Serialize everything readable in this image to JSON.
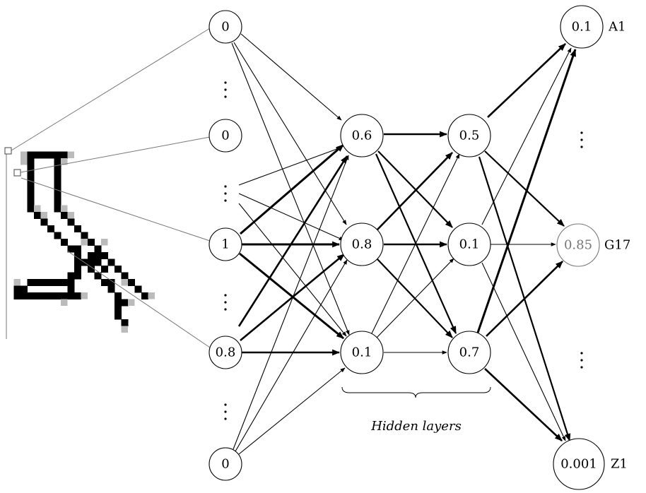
{
  "input_layer": {
    "values": [
      "0",
      "0",
      "1",
      "0.8",
      "0"
    ]
  },
  "hidden_layer_1": {
    "values": [
      "0.6",
      "0.8",
      "0.1"
    ]
  },
  "hidden_layer_2": {
    "values": [
      "0.5",
      "0.1",
      "0.7"
    ]
  },
  "output_layer": {
    "nodes": [
      {
        "value": "0.1",
        "label": "A1"
      },
      {
        "value": "0.85",
        "label": "G17",
        "highlight": true
      },
      {
        "value": "0.001",
        "label": "Z1"
      }
    ]
  },
  "hidden_caption": "Hidden layers",
  "input_image": {
    "description": "handwritten-glyph-bitmap",
    "pixel_color": "#000000"
  },
  "colors": {
    "edge": "#000000",
    "highlight": "#777777",
    "connector": "#777777"
  }
}
